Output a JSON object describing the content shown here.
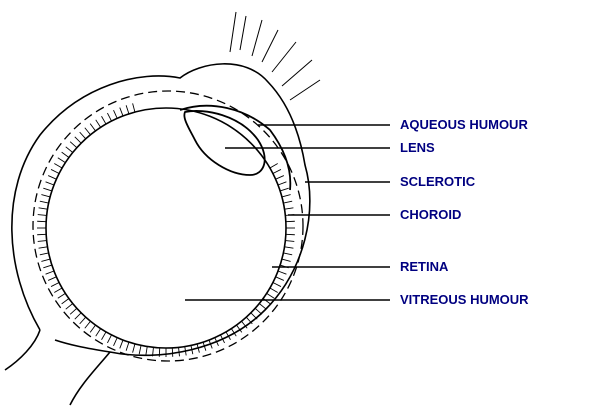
{
  "title": "Eye cross-section",
  "label_color": "#000080",
  "labels": {
    "aqueous": "AQUEOUS HUMOUR",
    "lens": "LENS",
    "sclerotic": "SCLEROTIC",
    "choroid": "CHOROID",
    "retina": "RETINA",
    "vitreous": "VITREOUS HUMOUR"
  }
}
